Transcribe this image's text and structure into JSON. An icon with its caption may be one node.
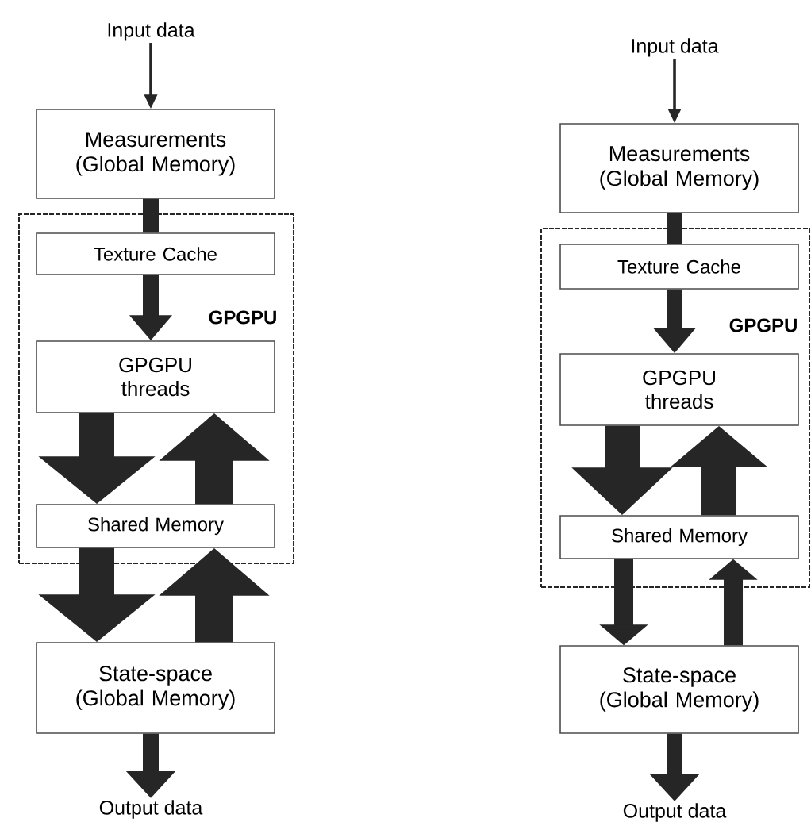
{
  "diagram": {
    "nodes": [
      {
        "text": [
          "Input data"
        ]
      },
      {
        "text": [
          "Measurements (Global Memory)"
        ]
      },
      {
        "text": [
          "GPGPU"
        ]
      },
      {
        "text": [
          "Texture Cache"
        ],
        "in": 2
      },
      {
        "text": [
          "GPGPU threads"
        ],
        "in": 2
      },
      {
        "text": [
          "Shared Memory"
        ],
        "in": 2
      },
      {
        "text": [
          "State-space (Global Memory)"
        ]
      },
      {
        "text": [
          "Output data"
        ]
      },
      {
        "text": [
          "Input data"
        ]
      },
      {
        "text": [
          "Measurements (Global Memory)"
        ]
      },
      {
        "text": [
          "GPGPU"
        ]
      },
      {
        "text": [
          "Texture Cache"
        ],
        "in": 10
      },
      {
        "text": [
          "GPGPU threads"
        ],
        "in": 10
      },
      {
        "text": [
          "Shared Memory"
        ],
        "in": 10
      },
      {
        "text": [
          "State-space (Global Memory)"
        ]
      },
      {
        "text": [
          "Output data"
        ]
      }
    ],
    "edges": [
      {
        "from": 0,
        "to": 1,
        "arrow": "to"
      },
      {
        "from": 1,
        "to": 3,
        "arrow": "none"
      },
      {
        "from": 3,
        "to": 4,
        "arrow": "to"
      },
      {
        "from": 4,
        "to": 5,
        "arrow": "to",
        "style": "thick"
      },
      {
        "from": 5,
        "to": 4,
        "arrow": "to",
        "style": "thick"
      },
      {
        "from": 5,
        "to": 6,
        "arrow": "to",
        "style": "thick"
      },
      {
        "from": 6,
        "to": 5,
        "arrow": "to",
        "style": "thick"
      },
      {
        "from": 6,
        "to": 7,
        "arrow": "to"
      },
      {
        "from": 8,
        "to": 9,
        "arrow": "to"
      },
      {
        "from": 9,
        "to": 11,
        "arrow": "none"
      },
      {
        "from": 11,
        "to": 12,
        "arrow": "to"
      },
      {
        "from": 12,
        "to": 13,
        "arrow": "to",
        "style": "thick"
      },
      {
        "from": 13,
        "to": 12,
        "arrow": "to",
        "style": "thick"
      },
      {
        "from": 13,
        "to": 14,
        "arrow": "to"
      },
      {
        "from": 14,
        "to": 13,
        "arrow": "to"
      },
      {
        "from": 14,
        "to": 15,
        "arrow": "to"
      }
    ]
  }
}
